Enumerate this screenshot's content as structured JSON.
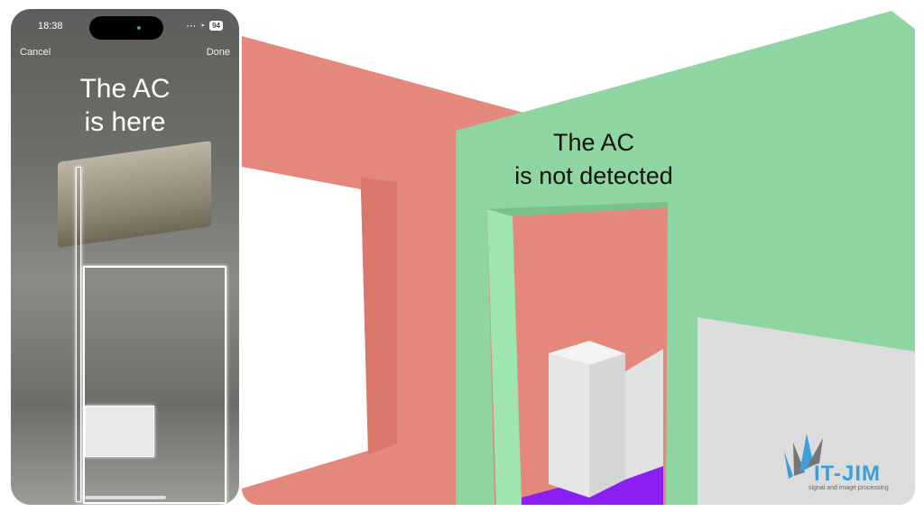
{
  "phone": {
    "status": {
      "time": "18:38",
      "battery": "94"
    },
    "nav": {
      "cancel": "Cancel",
      "done": "Done"
    },
    "headline": [
      "The AC",
      "is here"
    ]
  },
  "scene": {
    "headline": [
      "The AC",
      "is not detected"
    ],
    "colors": {
      "wall_red": "#e4887b",
      "wall_green": "#8fd5a1",
      "floor": "#8b1ff2",
      "boxes": "#e6e6e6"
    },
    "logo": {
      "name": "IT-JIM",
      "tagline": "signal and image processing",
      "accent": "#3aa0d8"
    }
  }
}
